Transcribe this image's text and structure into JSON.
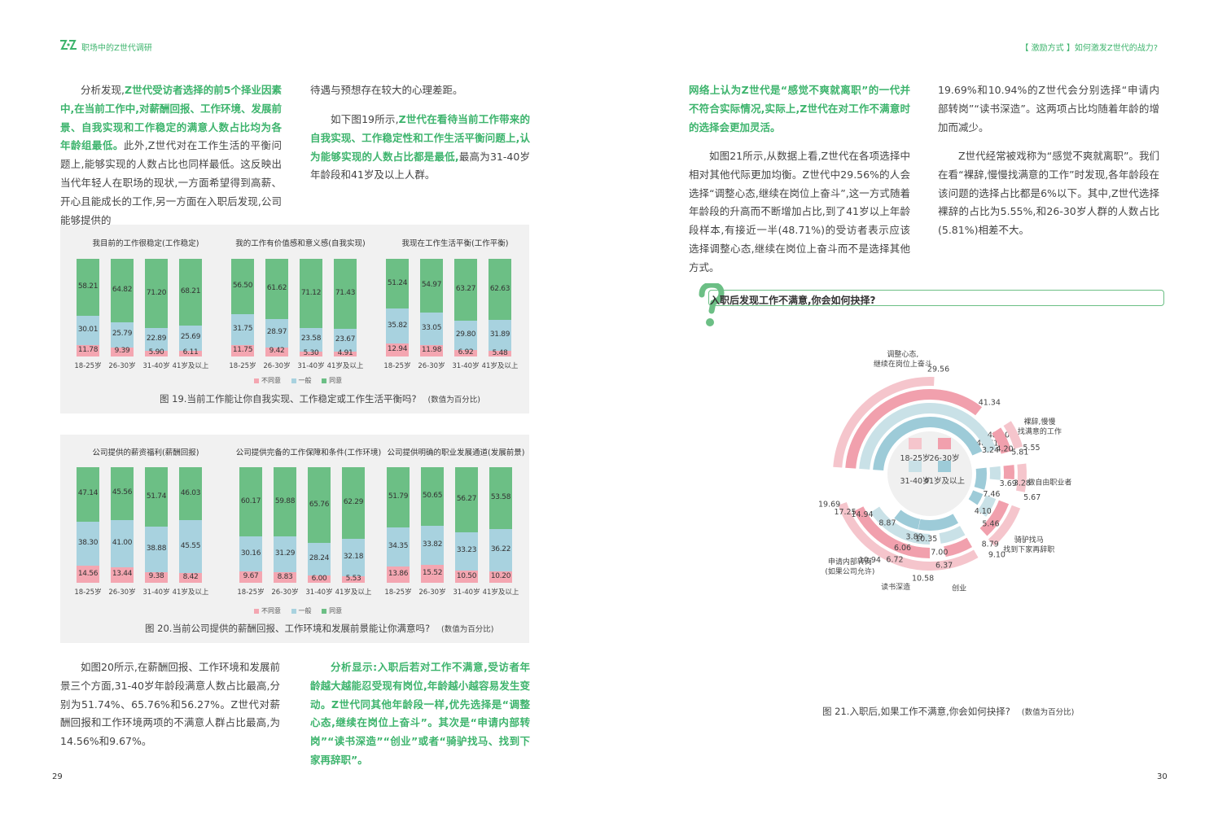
{
  "header": {
    "left_title": "职场中的Z世代调研",
    "right_title": "【 激励方式 】如何激发Z世代的战力?"
  },
  "pages": {
    "left": "29",
    "right": "30"
  },
  "colors": {
    "green": "#6cbf85",
    "blue": "#a8d2df",
    "pink": "#f4a6b1",
    "accent": "#3db46d"
  },
  "left_text": {
    "p1_normal_a": "分析发现,",
    "p1_green": "Z世代受访者选择的前5个择业因素中,在当前工作中,对薪酬回报、工作环境、发展前景、自我实现和工作稳定的满意人数占比均为各年龄组最低。",
    "p1_normal_b": "此外,Z世代对在工作生活的平衡问题上,能够实现的人数占比也同样最低。这反映出当代年轻人在职场的现状,一方面希望得到高薪、开心且能成长的工作,另一方面在入职后发现,公司能够提供的",
    "p2": "待遇与预想存在较大的心理差距。",
    "p3_normal_a": "如下图19所示,",
    "p3_green": "Z世代在看待当前工作带来的自我实现、工作稳定性和工作生活平衡问题上,认为能够实现的人数占比都是最低,",
    "p3_normal_b": "最高为31-40岁年龄段和41岁及以上人群。",
    "p4": "如图20所示,在薪酬回报、工作环境和发展前景三个方面,31-40岁年龄段满意人数占比最高,分别为51.74%、65.76%和56.27%。Z世代对薪酬回报和工作环境两项的不满意人群占比最高,为14.56%和9.67%。",
    "p5": "分析显示:入职后若对工作不满意,受访者年龄越大越能忍受现有岗位,年龄越小越容易发生变动。Z世代同其他年龄段一样,优先选择是“调整心态,继续在岗位上奋斗”。其次是“申请内部转岗”“读书深造”“创业”或者“骑驴找马、找到下家再辞职”。"
  },
  "right_text": {
    "p1_green": "网络上认为Z世代是“感觉不爽就离职”的一代并不符合实际情况,实际上,Z世代在对工作不满意时的选择会更加灵活。",
    "p2": "如图21所示,从数据上看,Z世代在各项选择中相对其他代际更加均衡。Z世代中29.56%的人会选择“调整心态,继续在岗位上奋斗”,这一方式随着年龄段的升高而不断增加占比,到了41岁以上年龄段样本,有接近一半(48.71%)的受访者表示应该选择调整心态,继续在岗位上奋斗而不是选择其他方式。",
    "p3": "19.69%和10.94%的Z世代会分别选择“申请内部转岗”“读书深造”。这两项占比均随着年龄的增加而减少。",
    "p4": "Z世代经常被戏称为“感觉不爽就离职”。我们在看“裸辞,慢慢找满意的工作”时发现,各年龄段在该问题的选择占比都是6%以下。其中,Z世代选择裸辞的占比为5.55%,和26-30岁人群的人数占比(5.81%)相差不大。"
  },
  "fig19": {
    "caption": "图 19.当前工作能让你自我实现、工作稳定或工作生活平衡吗?",
    "note": "(数值为百分比)",
    "legend": [
      "不同意",
      "一般",
      "同意"
    ],
    "age_labels": [
      "18-25岁",
      "26-30岁",
      "31-40岁",
      "41岁及以上"
    ],
    "charts": [
      {
        "title": "我目前的工作很稳定(工作稳定)",
        "agree": [
          "58.21",
          "64.82",
          "71.20",
          "68.21"
        ],
        "neutral": [
          "30.01",
          "25.79",
          "22.89",
          "25.69"
        ],
        "disagree": [
          "11.78",
          "9.39",
          "5.90",
          "6.11"
        ]
      },
      {
        "title": "我的工作有价值感和意义感(自我实现)",
        "agree": [
          "56.50",
          "61.62",
          "71.12",
          "71.43"
        ],
        "neutral": [
          "31.75",
          "28.97",
          "23.58",
          "23.67"
        ],
        "disagree": [
          "11.75",
          "9.42",
          "5.30",
          "4.91"
        ]
      },
      {
        "title": "我现在工作生活平衡(工作平衡)",
        "agree": [
          "51.24",
          "54.97",
          "63.27",
          "62.63"
        ],
        "neutral": [
          "35.82",
          "33.05",
          "29.80",
          "31.89"
        ],
        "disagree": [
          "12.94",
          "11.98",
          "6.92",
          "5.48"
        ]
      }
    ]
  },
  "fig20": {
    "caption": "图 20.当前公司提供的薪酬回报、工作环境和发展前景能让你满意吗?",
    "note": "(数值为百分比)",
    "legend": [
      "不同意",
      "一般",
      "同意"
    ],
    "age_labels": [
      "18-25岁",
      "26-30岁",
      "31-40岁",
      "41岁及以上"
    ],
    "charts": [
      {
        "title": "公司提供的薪资福利(薪酬回报)",
        "agree": [
          "47.14",
          "45.56",
          "51.74",
          "46.03"
        ],
        "neutral": [
          "38.30",
          "41.00",
          "38.88",
          "45.55"
        ],
        "disagree": [
          "14.56",
          "13.44",
          "9.38",
          "8.42"
        ]
      },
      {
        "title": "公司提供完备的工作保障和条件(工作环境)",
        "agree": [
          "60.17",
          "59.88",
          "65.76",
          "62.29"
        ],
        "neutral": [
          "30.16",
          "31.29",
          "28.24",
          "32.18"
        ],
        "disagree": [
          "9.67",
          "8.83",
          "6.00",
          "5.53"
        ]
      },
      {
        "title": "公司提供明确的职业发展通道(发展前景)",
        "agree": [
          "51.79",
          "50.65",
          "56.27",
          "53.58"
        ],
        "neutral": [
          "34.35",
          "33.82",
          "33.23",
          "36.22"
        ],
        "disagree": [
          "13.86",
          "15.52",
          "10.50",
          "10.20"
        ]
      }
    ]
  },
  "fig21": {
    "question": "入职后发现工作不满意,你会如何抉择?",
    "caption": "图 21.入职后,如果工作不满意,你会如何抉择?",
    "note": "(数值为百分比)",
    "legend": [
      "18-25岁",
      "26-30岁",
      "31-40岁",
      "41岁及以上"
    ],
    "categories": [
      {
        "name": "调整心态,",
        "name2": "继续在岗位上奋斗",
        "values": [
          29.56,
          41.34,
          48.2,
          48.71
        ]
      },
      {
        "name": "申请内部转岗",
        "name2": "(如果公司允许)",
        "values": [
          19.69,
          17.25,
          14.94,
          8.87
        ]
      },
      {
        "name": "读书深造",
        "name2": "",
        "values": [
          10.94,
          6.72,
          6.06,
          3.89
        ]
      },
      {
        "name": "创业",
        "name2": "",
        "values": [
          10.58,
          6.37,
          7.0,
          10.35
        ]
      },
      {
        "name": "骑驴找马",
        "name2": "找到下家再辞职",
        "values": [
          9.1,
          8.79,
          5.46,
          4.1
        ]
      },
      {
        "name": "做自由职业者",
        "name2": "",
        "values": [
          5.67,
          3.28,
          3.69,
          7.46
        ]
      },
      {
        "name": "裸辞,慢慢",
        "name2": "找满意的工作",
        "values": [
          5.55,
          5.81,
          4.2,
          3.24
        ]
      }
    ],
    "value_labels": [
      "29.56",
      "41.34",
      "48.20",
      "48.71",
      "19.69",
      "17.25",
      "14.94",
      "8.87",
      "10.94",
      "6.72",
      "6.06",
      "3.89",
      "10.58",
      "6.37",
      "7.00",
      "10.35",
      "9.10",
      "8.79",
      "5.46",
      "4.10",
      "5.67",
      "3.28",
      "3.69",
      "7.46",
      "5.55",
      "5.81",
      "4.20",
      "3.24"
    ]
  }
}
